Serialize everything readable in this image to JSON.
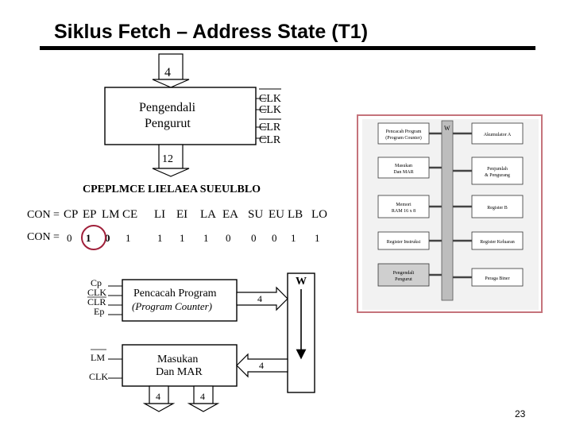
{
  "slide": {
    "title": "Siklus Fetch – Address State (T1)",
    "page_number": "23"
  },
  "controller": {
    "label_line1": "Pengendali",
    "label_line2": "Pengurut",
    "input_bus": "4",
    "output_bus": "12",
    "signals": [
      "CLK",
      "CLK",
      "CLR",
      "CLR"
    ]
  },
  "control_word": {
    "header": "CPEPLMCE  LIELAEA  SUEULBLO",
    "prefix_names": "CON =",
    "prefix_values": "CON =",
    "signal_names": [
      "CP",
      "EP",
      "LM",
      "CE",
      "LI",
      "EI",
      "LA",
      "EA",
      "SU",
      "EU",
      "LB",
      "LO"
    ],
    "signal_values": [
      "0",
      "1",
      "0",
      "1",
      "1",
      "1",
      "1",
      "0",
      "0",
      "0",
      "1",
      "1"
    ]
  },
  "lower_diagram": {
    "pc_line1": "Pencacah Program",
    "pc_line2": "(Program Counter)",
    "pc_signals": [
      "Cp",
      "CLK",
      "CLR",
      "Ep"
    ],
    "pc_bus": "4",
    "mar_line1": "Masukan",
    "mar_line2": "Dan MAR",
    "mar_signals": [
      "LM",
      "CLK"
    ],
    "mar_bus": "4",
    "mar_out": [
      "4",
      "4"
    ],
    "bus_label": "W"
  },
  "sap_diagram": {
    "blocks": [
      {
        "line1": "Pencacah Program",
        "line2": "(Program Counter)"
      },
      {
        "line1": "Masukan",
        "line2": "Dan MAR"
      },
      {
        "line1": "Memori",
        "line2": "RAM 16 x 8"
      },
      {
        "line1": "Register Instruksi",
        "line2": ""
      },
      {
        "line1": "Pengendali",
        "line2": "Pengurut"
      },
      {
        "line1": "Akumulator A",
        "line2": ""
      },
      {
        "line1": "Penjumlah",
        "line2": "& Pengurang"
      },
      {
        "line1": "Register B",
        "line2": ""
      },
      {
        "line1": "Register Keluaran",
        "line2": ""
      },
      {
        "line1": "Peraga Biner",
        "line2": ""
      }
    ],
    "bus_label": "W"
  }
}
